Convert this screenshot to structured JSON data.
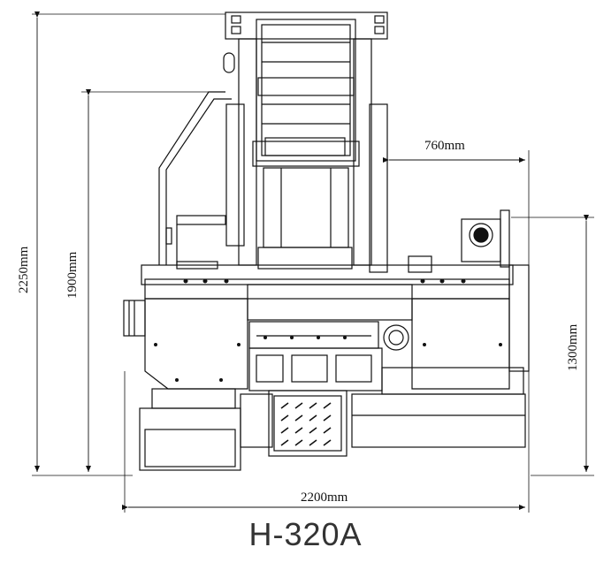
{
  "model": "H-320A",
  "dimensions": {
    "overall_height": "2250mm",
    "frame_height": "1900mm",
    "side_height": "1300mm",
    "overall_width": "2200mm",
    "side_depth": "760mm"
  },
  "colors": {
    "line": "#111111",
    "text": "#111111",
    "label": "#333333"
  }
}
